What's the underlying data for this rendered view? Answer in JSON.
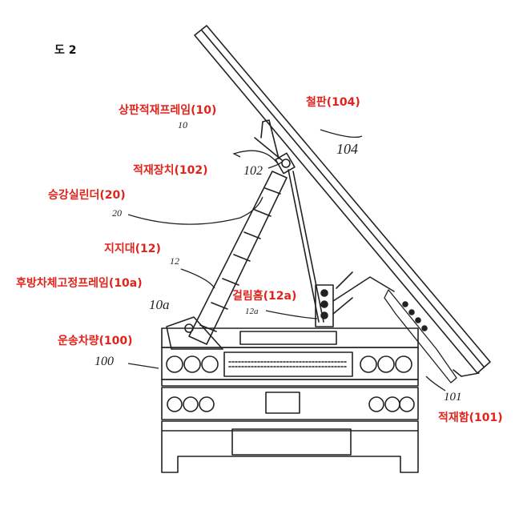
{
  "figure_label": "도 2",
  "labels": {
    "upper_frame": "상판적재프레임(10)",
    "steel_plate": "철판(104)",
    "loading_device": "적재장치(102)",
    "lift_cylinder": "승강실린더(20)",
    "support": "지지대(12)",
    "rear_frame": "후방차체고정프레임(10a)",
    "groove": "걸림홈(12a)",
    "vehicle": "운송차량(100)",
    "box": "적재함(101)"
  },
  "ref_numerals": {
    "n10": "10",
    "n104": "104",
    "n102": "102",
    "n20": "20",
    "n12": "12",
    "n12a": "12a",
    "n10a": "10a",
    "n100": "100",
    "n101": "101"
  }
}
